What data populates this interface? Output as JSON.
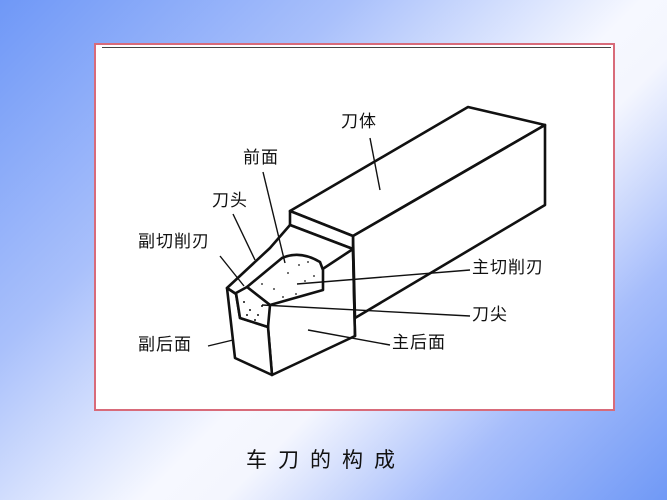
{
  "diagram": {
    "title": "车刀的构成",
    "labels": {
      "body": "刀体",
      "rake_face": "前面",
      "head": "刀头",
      "minor_cutting_edge": "副切削刃",
      "major_cutting_edge": "主切削刃",
      "tool_tip": "刀尖",
      "minor_flank": "副后面",
      "major_flank": "主后面"
    },
    "colors": {
      "frame_border": "#d86b7a",
      "line": "#111111",
      "background_blue": "#6f98f7"
    }
  }
}
